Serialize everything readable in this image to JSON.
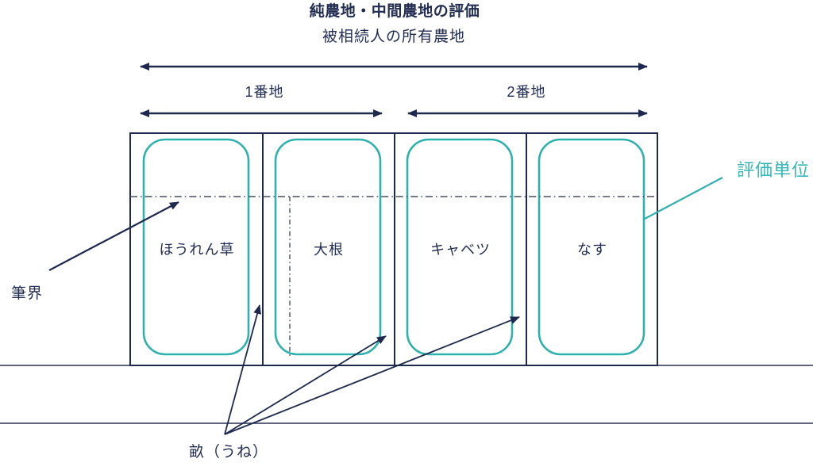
{
  "diagram": {
    "title": "純農地・中間農地の評価",
    "subtitle": "被相続人の所有農地",
    "parcels": [
      {
        "label": "1番地"
      },
      {
        "label": "2番地"
      }
    ],
    "fields": [
      {
        "name": "ほうれん草"
      },
      {
        "name": "大根"
      },
      {
        "name": "キャベツ"
      },
      {
        "name": "なす"
      }
    ],
    "annotations": {
      "evaluation_unit": "評価単位",
      "parcel_boundary": "筆界",
      "ridge": "畝（うね）"
    },
    "colors": {
      "navy_text": "#222d52",
      "navy_line": "#1e2a4d",
      "teal_line": "#2fb1ae",
      "teal_label": "#35b8b5",
      "dash_line": "#474d63"
    }
  }
}
